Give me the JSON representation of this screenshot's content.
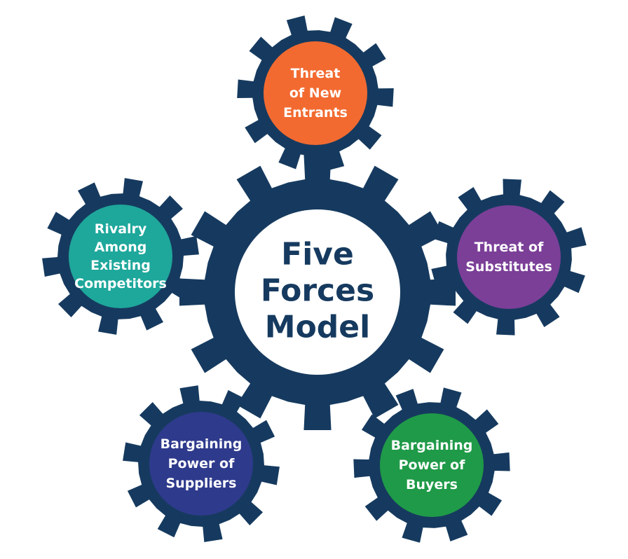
{
  "center": {
    "lines": [
      "Five",
      "Forces",
      "Model"
    ],
    "gear_color": "#163a5f",
    "text_color": "#163a5f",
    "face_color": "#ffffff"
  },
  "forces": [
    {
      "id": "new-entrants",
      "lines": [
        "Threat",
        "of New",
        "Entrants"
      ],
      "color": "#f26a30"
    },
    {
      "id": "substitutes",
      "lines": [
        "Threat of",
        "Substitutes"
      ],
      "color": "#7b3f98"
    },
    {
      "id": "buyers",
      "lines": [
        "Bargaining",
        "Power of",
        "Buyers"
      ],
      "color": "#1f9a48"
    },
    {
      "id": "suppliers",
      "lines": [
        "Bargaining",
        "Power of",
        "Suppliers"
      ],
      "color": "#2e3a8c"
    },
    {
      "id": "rivalry",
      "lines": [
        "Rivalry",
        "Among",
        "Existing",
        "Competitors"
      ],
      "color": "#1ea79b"
    }
  ]
}
